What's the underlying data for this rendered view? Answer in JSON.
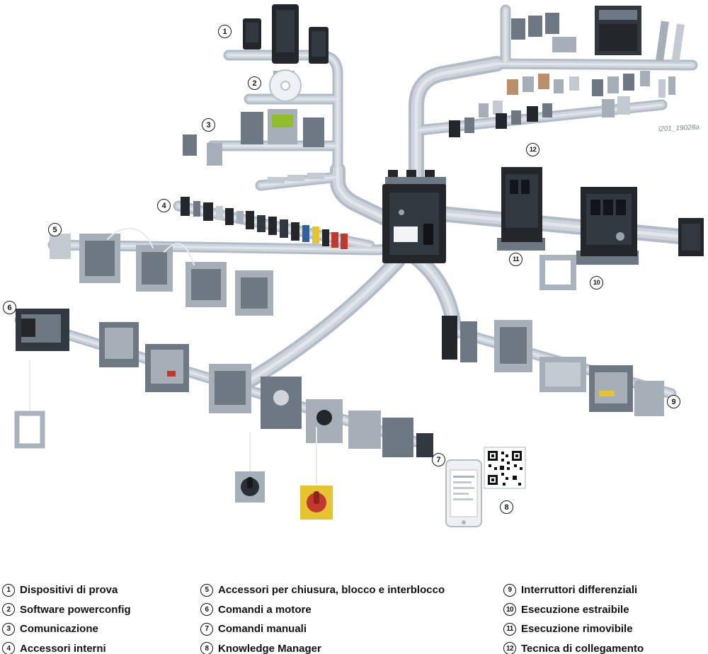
{
  "figure": {
    "watermark": "i201_19028a"
  },
  "colors": {
    "rail_gray": "#b3bcc6",
    "product_dark": "#23272c",
    "product_gray": "#6e7882",
    "accent_red": "#c0392f",
    "accent_yellow": "#e5c430",
    "accent_green": "#8fbe2a",
    "accent_blue": "#30609f"
  },
  "callouts": {
    "c1": "1",
    "c2": "2",
    "c3": "3",
    "c4": "4",
    "c5": "5",
    "c6": "6",
    "c7": "7",
    "c8": "8",
    "c9": "9",
    "c10": "10",
    "c11": "11",
    "c12": "12"
  },
  "legend": {
    "col1": [
      {
        "n": "1",
        "label": "Dispositivi di prova"
      },
      {
        "n": "2",
        "label": "Software powerconfig"
      },
      {
        "n": "3",
        "label": "Comunicazione"
      },
      {
        "n": "4",
        "label": "Accessori interni"
      }
    ],
    "col2": [
      {
        "n": "5",
        "label": "Accessori per chiusura, blocco e interblocco"
      },
      {
        "n": "6",
        "label": "Comandi a motore"
      },
      {
        "n": "7",
        "label": "Comandi manuali"
      },
      {
        "n": "8",
        "label": "Knowledge Manager"
      }
    ],
    "col3": [
      {
        "n": "9",
        "label": "Interruttori differenziali"
      },
      {
        "n": "10",
        "label": "Esecuzione estraibile"
      },
      {
        "n": "11",
        "label": "Esecuzione rimovibile"
      },
      {
        "n": "12",
        "label": "Tecnica di collegamento"
      }
    ]
  }
}
